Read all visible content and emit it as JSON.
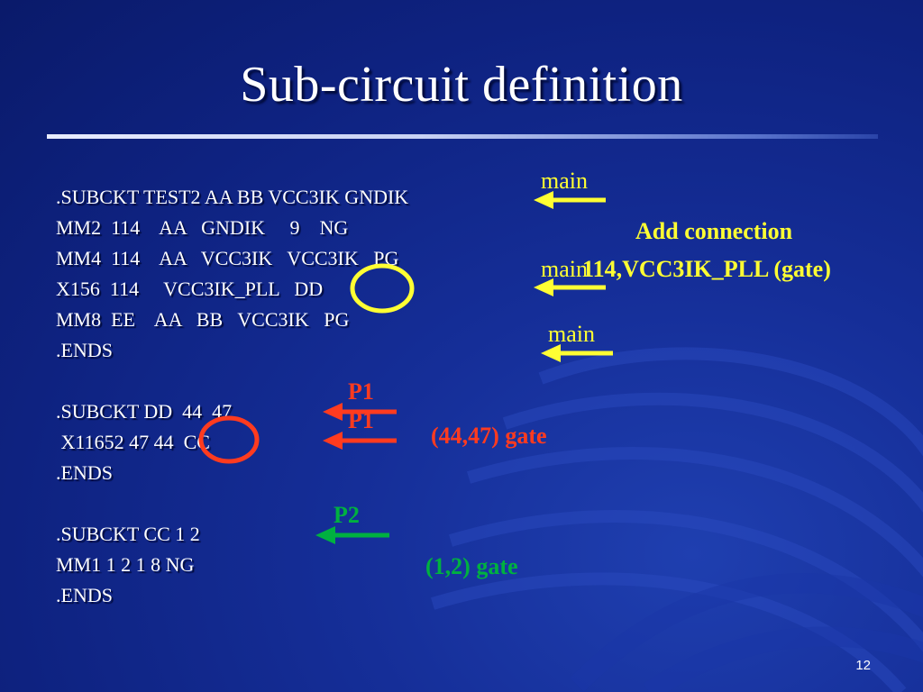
{
  "slide": {
    "title": "Sub-circuit definition",
    "page_number": "12"
  },
  "code": {
    "block1": [
      ".SUBCKT TEST2 AA BB VCC3IK GNDIK",
      "MM2  114    AA   GNDIK     9    NG",
      "MM4  114    AA   VCC3IK   VCC3IK   PG",
      "X156  114     VCC3IK_PLL   DD",
      "MM8  EE    AA   BB   VCC3IK   PG",
      ".ENDS"
    ],
    "block2": [
      ".SUBCKT DD  44  47",
      " X11652 47 44  CC",
      ".ENDS"
    ],
    "block3": [
      ".SUBCKT CC 1 2",
      "MM1 1 2 1 8 NG",
      ".ENDS"
    ]
  },
  "annotations": {
    "main_1": "main",
    "main_2": "main",
    "main_3": "main",
    "add_connection": "Add connection",
    "add_connection_detail": "114,VCC3IK_PLL (gate)",
    "p1_a": "P1",
    "p1_b": "P1",
    "gate_4447": "(44,47) gate",
    "p2": "P2",
    "gate_12": "(1,2) gate"
  },
  "colors": {
    "background": "#152e98",
    "yellow": "#ffff33",
    "red": "#ff3b1f",
    "green": "#00b140"
  }
}
